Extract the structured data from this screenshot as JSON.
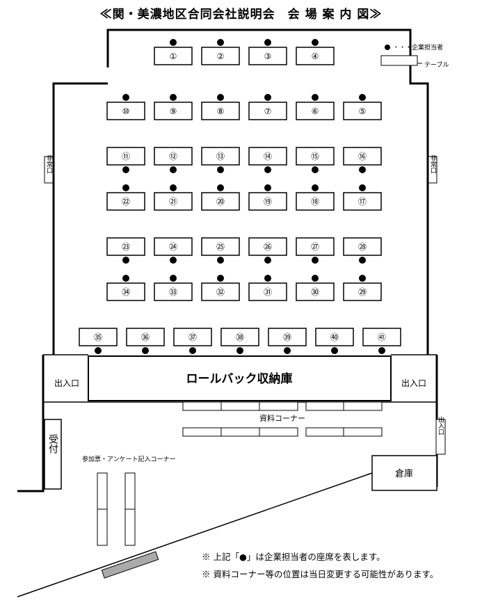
{
  "title": {
    "main": "≪関・美濃地区合同会社説明会",
    "suffix": "会 場 案 内 図≫"
  },
  "legend": {
    "staff": "・・・企業担当者",
    "table": "テーブル"
  },
  "labels": {
    "storage": "ロールバック収納庫",
    "exit_left": "出入口",
    "exit_right": "出入口",
    "emergency_left": "非常口",
    "emergency_right": "非常口",
    "reception": "受付",
    "materials": "資料コーナー",
    "survey": "参加票・アンケート記入コーナー",
    "exit_side": "出入口",
    "warehouse": "倉庫"
  },
  "tables": {
    "row1": [
      "①",
      "②",
      "③",
      "④"
    ],
    "row2": [
      "⑩",
      "⑨",
      "⑧",
      "⑦",
      "⑥",
      "⑤"
    ],
    "row3": [
      "⑪",
      "⑫",
      "⑬",
      "⑭",
      "⑮",
      "⑯"
    ],
    "row4": [
      "㉒",
      "㉑",
      "⑳",
      "⑲",
      "⑱",
      "⑰"
    ],
    "row5": [
      "㉓",
      "㉔",
      "㉕",
      "㉖",
      "㉗",
      "㉘"
    ],
    "row6": [
      "㉞",
      "㉝",
      "㉜",
      "㉛",
      "㉚",
      "㉙"
    ],
    "row7": [
      "㉟",
      "㊱",
      "㊲",
      "㊳",
      "㊴",
      "㊵",
      "㊶"
    ]
  },
  "notes": [
    "※ 上記「●」は企業担当者の座席を表します。",
    "※ 資料コーナー等の位置は当日変更する可能性があります。"
  ]
}
